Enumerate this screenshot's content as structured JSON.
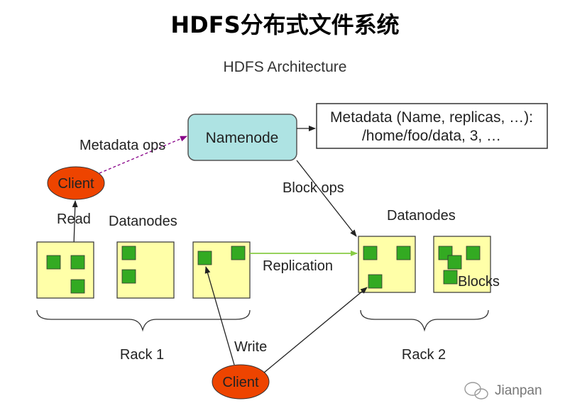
{
  "title": "HDFS分布式文件系统",
  "subtitle": "HDFS Architecture",
  "namenode": "Namenode",
  "metadata": {
    "line1": "Metadata (Name, replicas, …):",
    "line2": "/home/foo/data, 3, …"
  },
  "labels": {
    "metadata_ops": "Metadata ops",
    "block_ops": "Block ops",
    "read": "Read",
    "write": "Write",
    "replication": "Replication",
    "blocks": "Blocks",
    "datanodes_left": "Datanodes",
    "datanodes_right": "Datanodes",
    "rack1": "Rack 1",
    "rack2": "Rack 2"
  },
  "clients": {
    "top": "Client",
    "bottom": "Client"
  },
  "watermark": "Jianpan",
  "colors": {
    "namenode_fill": "#aee3e3",
    "datanode_fill": "#ffffa8",
    "block_fill": "#33aa22",
    "client_fill": "#ee4400",
    "metadata_arrow": "#880088",
    "replication_arrow": "#88cc44"
  }
}
